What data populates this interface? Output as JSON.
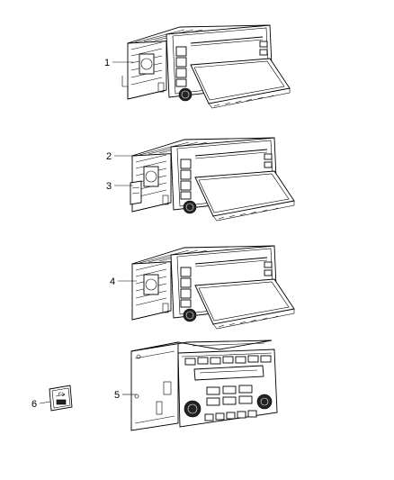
{
  "callouts": [
    {
      "id": "1",
      "label": "1"
    },
    {
      "id": "2",
      "label": "2"
    },
    {
      "id": "3",
      "label": "3"
    },
    {
      "id": "4",
      "label": "4"
    },
    {
      "id": "5",
      "label": "5"
    },
    {
      "id": "6",
      "label": "6"
    }
  ],
  "parts": [
    {
      "callout": "1",
      "kind": "navigation-radio-with-flip-screen"
    },
    {
      "callout": "2",
      "kind": "navigation-radio-with-flip-screen"
    },
    {
      "callout": "3",
      "kind": "mounting-bracket"
    },
    {
      "callout": "4",
      "kind": "navigation-radio-with-flip-screen"
    },
    {
      "callout": "5",
      "kind": "radio-head-unit"
    },
    {
      "callout": "6",
      "kind": "usb-port-cover"
    }
  ],
  "icons": {
    "usb": "usb-icon"
  }
}
